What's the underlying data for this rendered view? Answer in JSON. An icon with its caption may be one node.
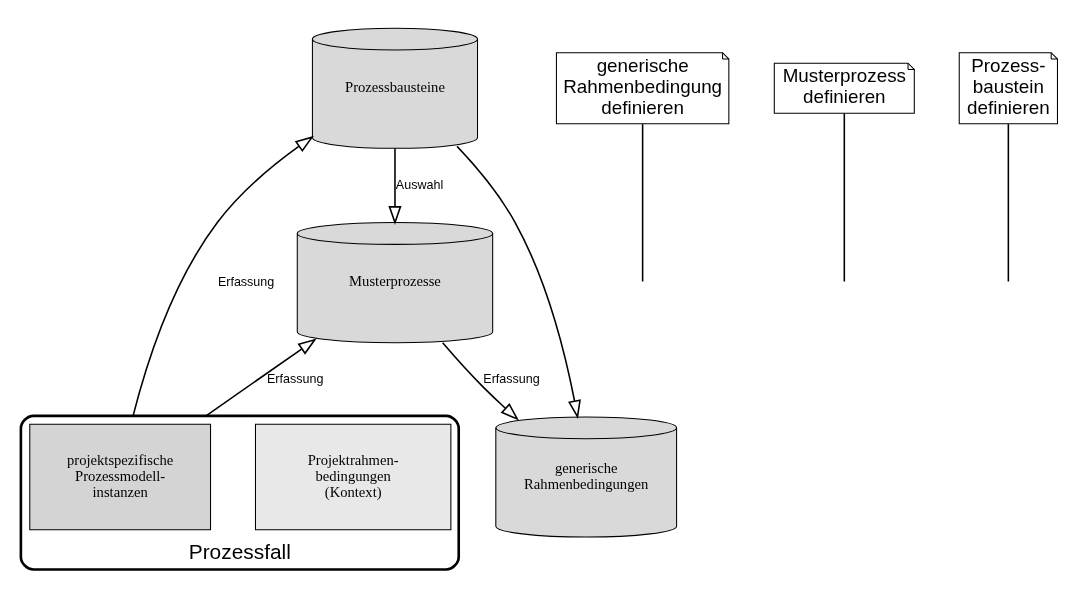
{
  "diagram": {
    "nodes": [
      {
        "text": [
          "Musterprozesse"
        ]
      },
      {
        "text": [
          "Prozessbausteine"
        ]
      },
      {
        "text": [
          "generische Rahmenbedingung definieren"
        ]
      },
      {
        "text": [
          "Musterprozess definieren"
        ]
      },
      {
        "text": [
          "Prozess- baustein definieren"
        ]
      },
      {
        "text": [
          "Prozessfall"
        ]
      },
      {
        "text": [
          "Projektrahmen- bedingungen (Kontext)"
        ],
        "in": 5
      },
      {
        "text": [
          "projektspezifische Prozessmodell- instanzen"
        ],
        "in": 5
      },
      {
        "text": [
          "generische Rahmenbedingungen"
        ]
      }
    ],
    "edges": [
      {
        "from": 1,
        "to": 0,
        "arrow": "to",
        "label": "Auswahl"
      },
      {
        "from": 0,
        "to": 8,
        "arrow": "to",
        "label": "Erfassung"
      },
      {
        "from": 1,
        "to": 8,
        "arrow": "to"
      },
      {
        "from": 5,
        "to": 0,
        "arrow": "to",
        "label": "Erfassung"
      },
      {
        "from": 5,
        "to": 1,
        "arrow": "to",
        "label": "Erfassung"
      },
      {
        "from": 2,
        "to": null,
        "arrow": "none"
      },
      {
        "from": 3,
        "to": null,
        "arrow": "none"
      },
      {
        "from": 4,
        "to": null,
        "arrow": "none"
      }
    ]
  }
}
